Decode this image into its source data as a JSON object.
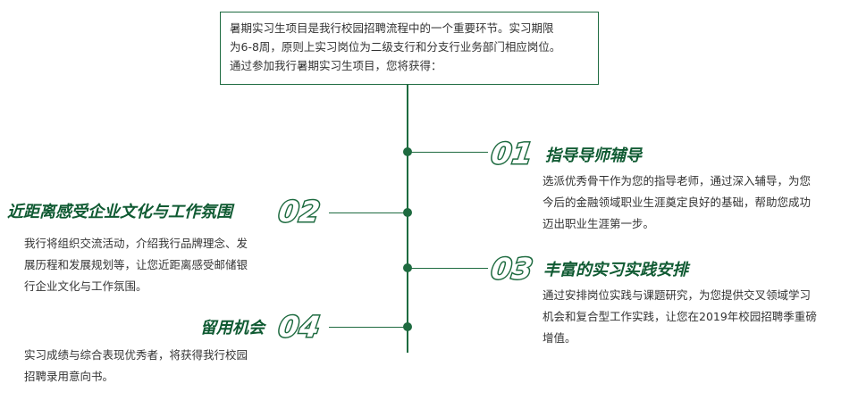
{
  "intro": {
    "line1": "暑期实习生项目是我行校园招聘流程中的一个重要环节。实习期限",
    "line2": "为6-8周，原则上实习岗位为二级支行和分支行业务部门相应岗位。",
    "line3": "通过参加我行暑期实习生项目，您将获得："
  },
  "items": [
    {
      "number": "01",
      "title": "指导导师辅导",
      "desc": [
        "选派优秀骨干作为您的指导老师，通过深入辅导，为您",
        "今后的金融领域职业生涯奠定良好的基础，帮助您成功",
        "迈出职业生涯第一步。"
      ]
    },
    {
      "number": "02",
      "title": "近距离感受企业文化与工作氛围",
      "desc": [
        "我行将组织交流活动，介绍我行品牌理念、发",
        "展历程和发展规划等，让您近距离感受邮储银",
        "行企业文化与工作氛围。"
      ]
    },
    {
      "number": "03",
      "title": "丰富的实习实践安排",
      "desc": [
        "通过安排岗位实践与课题研究，为您提供交叉领域学习",
        "机会和复合型工作实践，让您在2019年校园招聘季重磅",
        "增值。"
      ]
    },
    {
      "number": "04",
      "title": "留用机会",
      "desc": [
        "实习成绩与综合表现优秀者，将获得我行校园",
        "招聘录用意向书。"
      ]
    }
  ],
  "colors": {
    "accent": "#1e6b40",
    "title": "#0f5a32",
    "text": "#333333"
  }
}
